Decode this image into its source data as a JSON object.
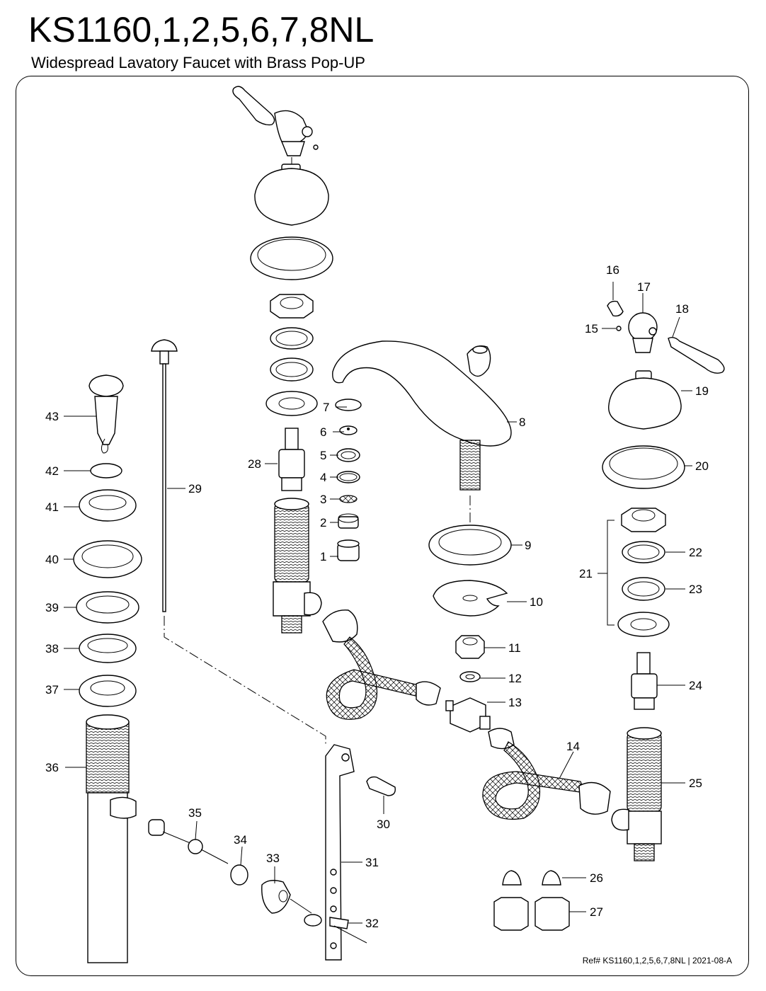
{
  "title": "KS1160,1,2,5,6,7,8NL",
  "subtitle": "Widespread Lavatory Faucet with Brass Pop-UP",
  "reference": "Ref# KS1160,1,2,5,6,7,8NL | 2021-08-A",
  "callouts": [
    {
      "id": "1",
      "label": "1"
    },
    {
      "id": "2",
      "label": "2"
    },
    {
      "id": "3",
      "label": "3"
    },
    {
      "id": "4",
      "label": "4"
    },
    {
      "id": "5",
      "label": "5"
    },
    {
      "id": "6",
      "label": "6"
    },
    {
      "id": "7",
      "label": "7"
    },
    {
      "id": "8",
      "label": "8"
    },
    {
      "id": "9",
      "label": "9"
    },
    {
      "id": "10",
      "label": "10"
    },
    {
      "id": "11",
      "label": "11"
    },
    {
      "id": "12",
      "label": "12"
    },
    {
      "id": "13",
      "label": "13"
    },
    {
      "id": "14",
      "label": "14"
    },
    {
      "id": "15",
      "label": "15"
    },
    {
      "id": "16",
      "label": "16"
    },
    {
      "id": "17",
      "label": "17"
    },
    {
      "id": "18",
      "label": "18"
    },
    {
      "id": "19",
      "label": "19"
    },
    {
      "id": "20",
      "label": "20"
    },
    {
      "id": "21",
      "label": "21"
    },
    {
      "id": "22",
      "label": "22"
    },
    {
      "id": "23",
      "label": "23"
    },
    {
      "id": "24",
      "label": "24"
    },
    {
      "id": "25",
      "label": "25"
    },
    {
      "id": "26",
      "label": "26"
    },
    {
      "id": "27",
      "label": "27"
    },
    {
      "id": "28",
      "label": "28"
    },
    {
      "id": "29",
      "label": "29"
    },
    {
      "id": "30",
      "label": "30"
    },
    {
      "id": "31",
      "label": "31"
    },
    {
      "id": "32",
      "label": "32"
    },
    {
      "id": "33",
      "label": "33"
    },
    {
      "id": "34",
      "label": "34"
    },
    {
      "id": "35",
      "label": "35"
    },
    {
      "id": "36",
      "label": "36"
    },
    {
      "id": "37",
      "label": "37"
    },
    {
      "id": "38",
      "label": "38"
    },
    {
      "id": "39",
      "label": "39"
    },
    {
      "id": "40",
      "label": "40"
    },
    {
      "id": "41",
      "label": "41"
    },
    {
      "id": "42",
      "label": "42"
    },
    {
      "id": "43",
      "label": "43"
    }
  ]
}
